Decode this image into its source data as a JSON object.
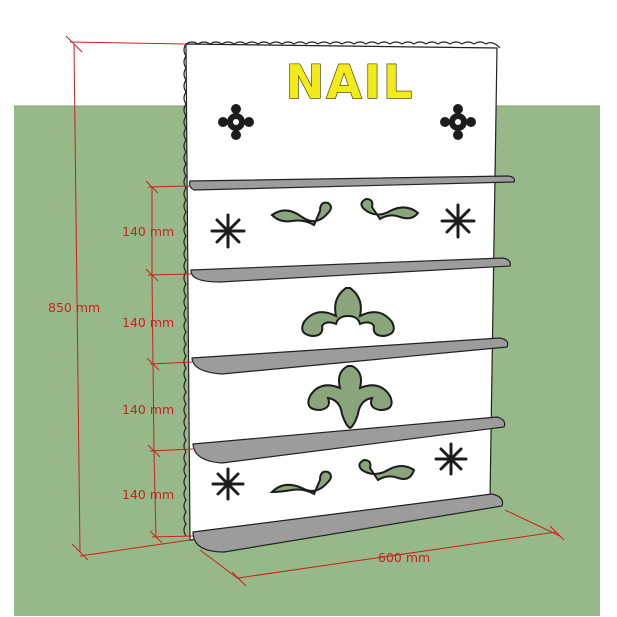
{
  "drawing": {
    "sign_text": "NAIL",
    "height_label": "850 mm",
    "width_label": "600 mm",
    "shelf_gap_labels": [
      "140 mm",
      "140 mm",
      "140 mm",
      "140 mm"
    ]
  },
  "colors": {
    "sky": "#ffffff",
    "ground": "#97b98a",
    "panel": "#ffffff",
    "shelf_top": "#9c9c9c",
    "dimension": "#cc1f1f",
    "ornament_dark": "#1c1c1c",
    "ornament_green": "#8aa57c"
  }
}
